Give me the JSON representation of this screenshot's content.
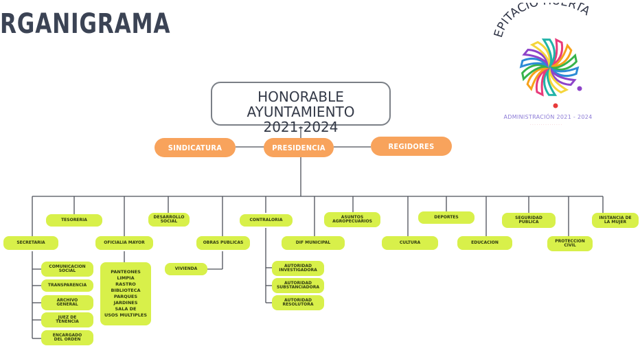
{
  "header": {
    "title": "RGANIGRAMA"
  },
  "logo": {
    "name": "EPITACIO HUERTA",
    "admin_text": "ADMINISTRACIÓN 2021 - 2024",
    "colors": [
      "#e83b7a",
      "#f7a21b",
      "#37b34a",
      "#2c8bd6",
      "#8e44c9",
      "#f4d53c",
      "#21b3a8"
    ]
  },
  "diagram": {
    "root": {
      "line1": "HONORABLE AYUNTAMIENTO",
      "line2": "2021-2024"
    },
    "level1": {
      "sindicatura": "SINDICATURA",
      "presidencia": "PRESIDENCIA",
      "regidores": "REGIDORES"
    },
    "departments": {
      "tesoreria": "TESORERIA",
      "secretaria": "SECRETARIA",
      "oficialia_mayor": "OFICIALIA MAYOR",
      "desarrollo_social": "DESARROLLO\nSOCIAL",
      "obras_publicas": "OBRAS PUBLICAS",
      "vivienda": "VIVIENDA",
      "contraloria": "CONTRALORIA",
      "asuntos_agropecuarios": "ASUNTOS\nAGROPECUARIOS",
      "dif_municipal": "DIF MUNICIPAL",
      "deportes": "DEPORTES",
      "cultura": "CULTURA",
      "educacion": "EDUCACION",
      "seguridad_publica": "SEGURIDAD\nPUBLICA",
      "proteccion_civil": "PROTECCION\nCIVIL",
      "instancia_mujer": "INSTANCIA DE\nLA MUJER"
    },
    "secretaria_children": {
      "comunicacion_social": "COMUNICACION\nSOCIAL",
      "transparencia": "TRANSPARENCIA",
      "archivo_general": "ARCHIVO\nGENERAL",
      "juez_tenencia": "JUEZ DE\nTENENCIA",
      "encargado_orden": "ENCARGADO\nDEL ORDEN"
    },
    "oficialia_children": "PANTEONES\nLIMPIA\nRASTRO\nBIBLIOTECA\nPARQUES\nJARDINES\nSALA DE\nUSOS MULTIPLES",
    "contraloria_children": {
      "autoridad_investigadora": "AUTORIDAD\nINVESTIGADORA",
      "autoridad_substanciadora": "AUTORIDAD\nSUBSTANCIADORA",
      "autoridad_resolutora": "AUTORIDAD\nRESOLUTORA"
    }
  }
}
